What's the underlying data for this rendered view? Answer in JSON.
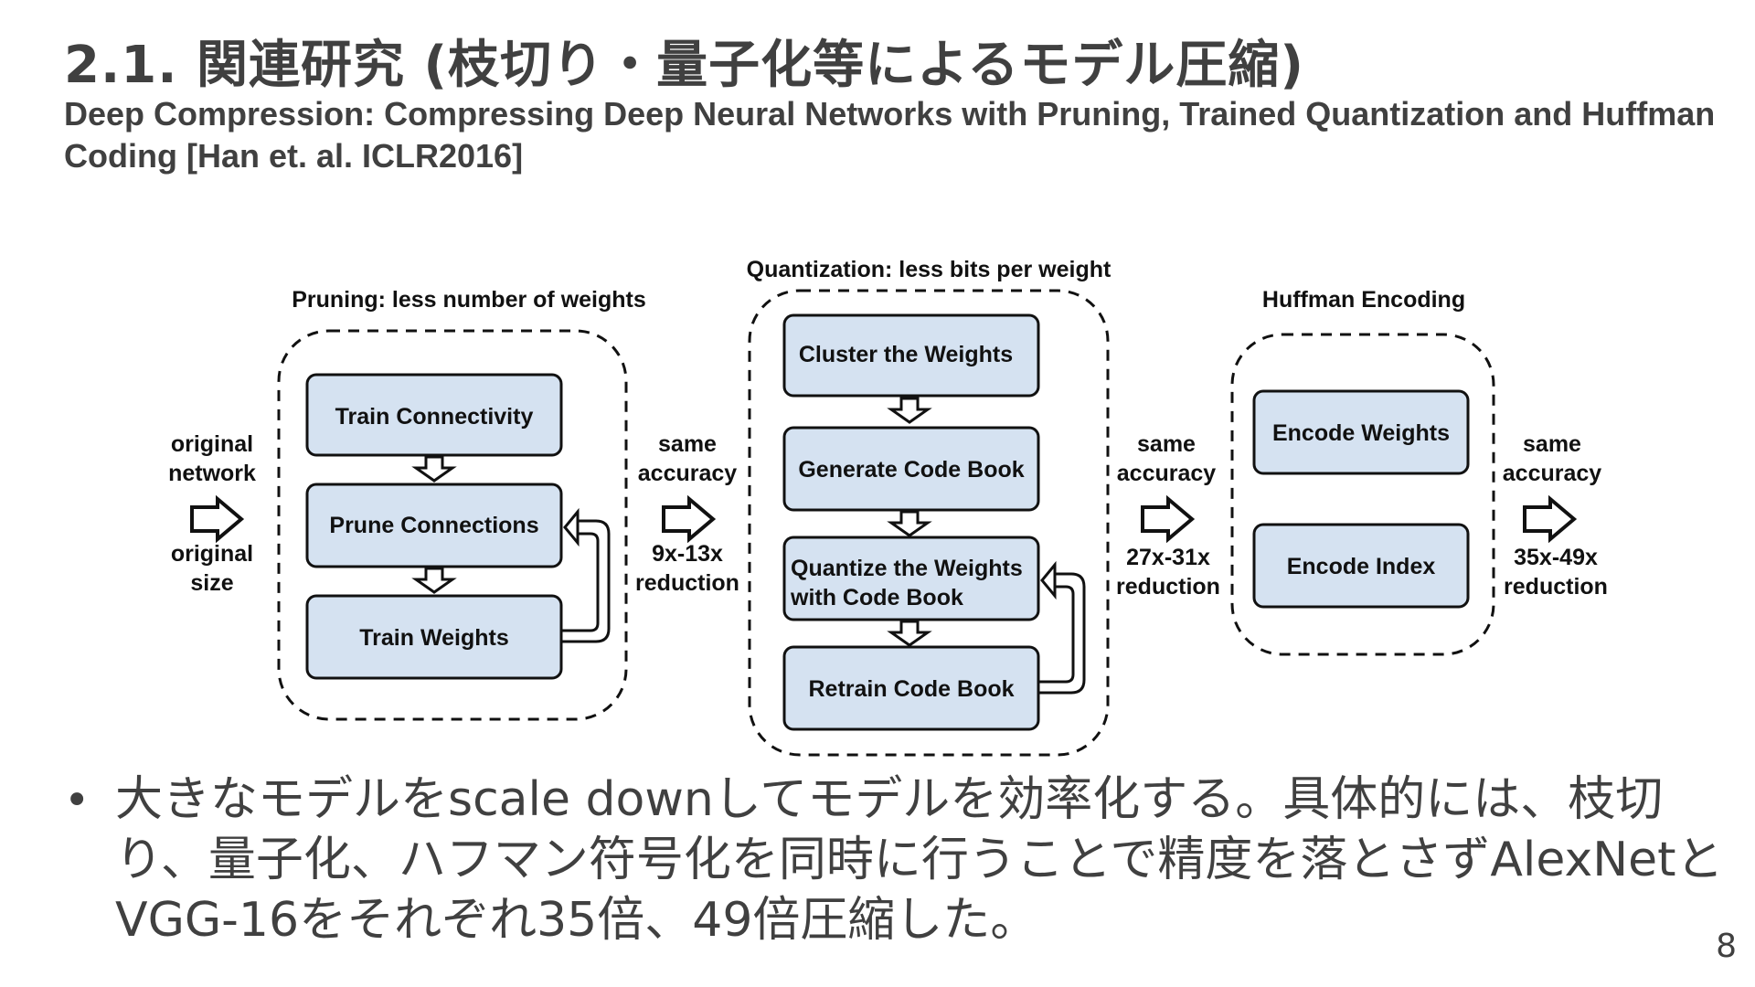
{
  "slide": {
    "title": "2.1. 関連研究 (枝切り・量子化等によるモデル圧縮)",
    "subtitle": "Deep Compression: Compressing Deep Neural Networks with Pruning, Trained Quantization and Huffman Coding [Han et. al. ICLR2016]",
    "bullet": "大きなモデルをscale downしてモデルを効率化する。具体的には、枝切り、量子化、ハフマン符号化を同時に行うことで精度を落とさずAlexNetとVGG-16をそれぞれ35倍、49倍圧縮した。",
    "page_number": "8"
  },
  "diagram": {
    "input_top": [
      "original",
      "network"
    ],
    "input_bottom": [
      "original",
      "size"
    ],
    "pruning": {
      "title": "Pruning: less number of weights",
      "steps": [
        "Train Connectivity",
        "Prune Connections",
        "Train Weights"
      ]
    },
    "stage1_out": {
      "top": [
        "same",
        "accuracy"
      ],
      "bottom": [
        "9x-13x",
        "reduction"
      ]
    },
    "quantization": {
      "title": "Quantization: less bits per weight",
      "steps": [
        "Cluster the Weights",
        "Generate Code Book",
        "Quantize the Weights",
        "with Code Book",
        "Retrain Code Book"
      ]
    },
    "stage2_out": {
      "top": [
        "same",
        "accuracy"
      ],
      "bottom": [
        "27x-31x",
        "reduction"
      ]
    },
    "huffman": {
      "title": "Huffman Encoding",
      "steps": [
        "Encode Weights",
        "Encode Index"
      ]
    },
    "stage3_out": {
      "top": [
        "same",
        "accuracy"
      ],
      "bottom": [
        "35x-49x",
        "reduction"
      ]
    }
  },
  "colors": {
    "box_fill": "#d5e2f1",
    "text": "#404040"
  }
}
